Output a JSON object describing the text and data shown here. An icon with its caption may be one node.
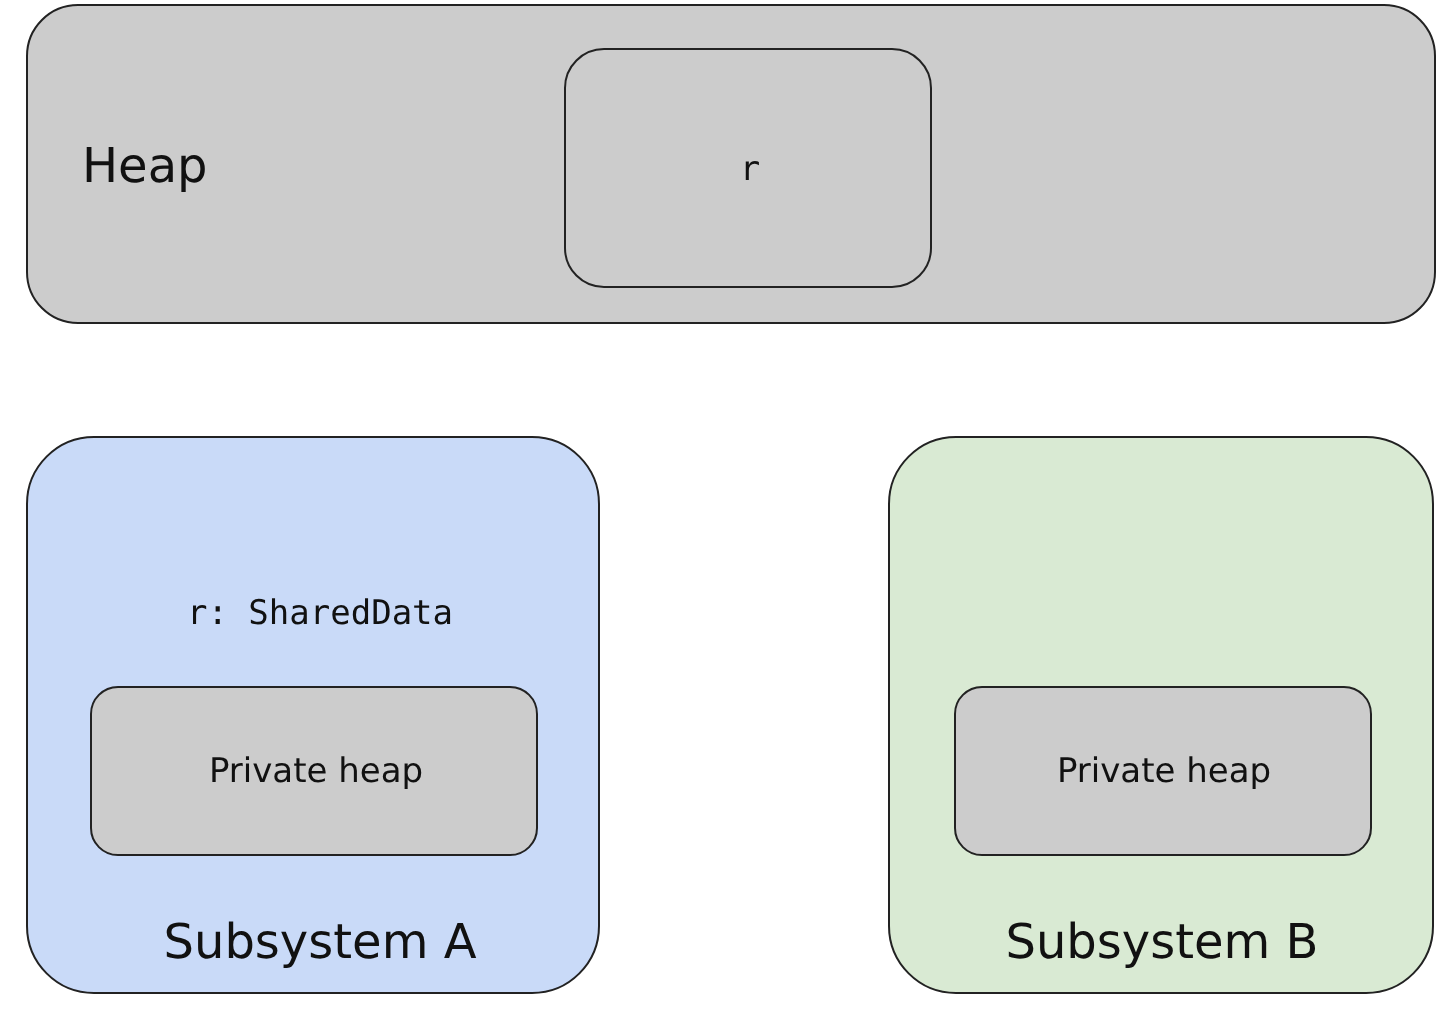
{
  "diagram": {
    "nodes": [
      {
        "text": [
          "Heap"
        ]
      },
      {
        "text": [
          "r"
        ],
        "in": 0
      },
      {
        "text": [
          "r: SharedData",
          "Subsystem A"
        ]
      },
      {
        "text": [
          "Private heap"
        ],
        "in": 2
      },
      {
        "text": [
          "Subsystem B"
        ]
      },
      {
        "text": [
          "Private heap"
        ],
        "in": 4
      }
    ]
  }
}
